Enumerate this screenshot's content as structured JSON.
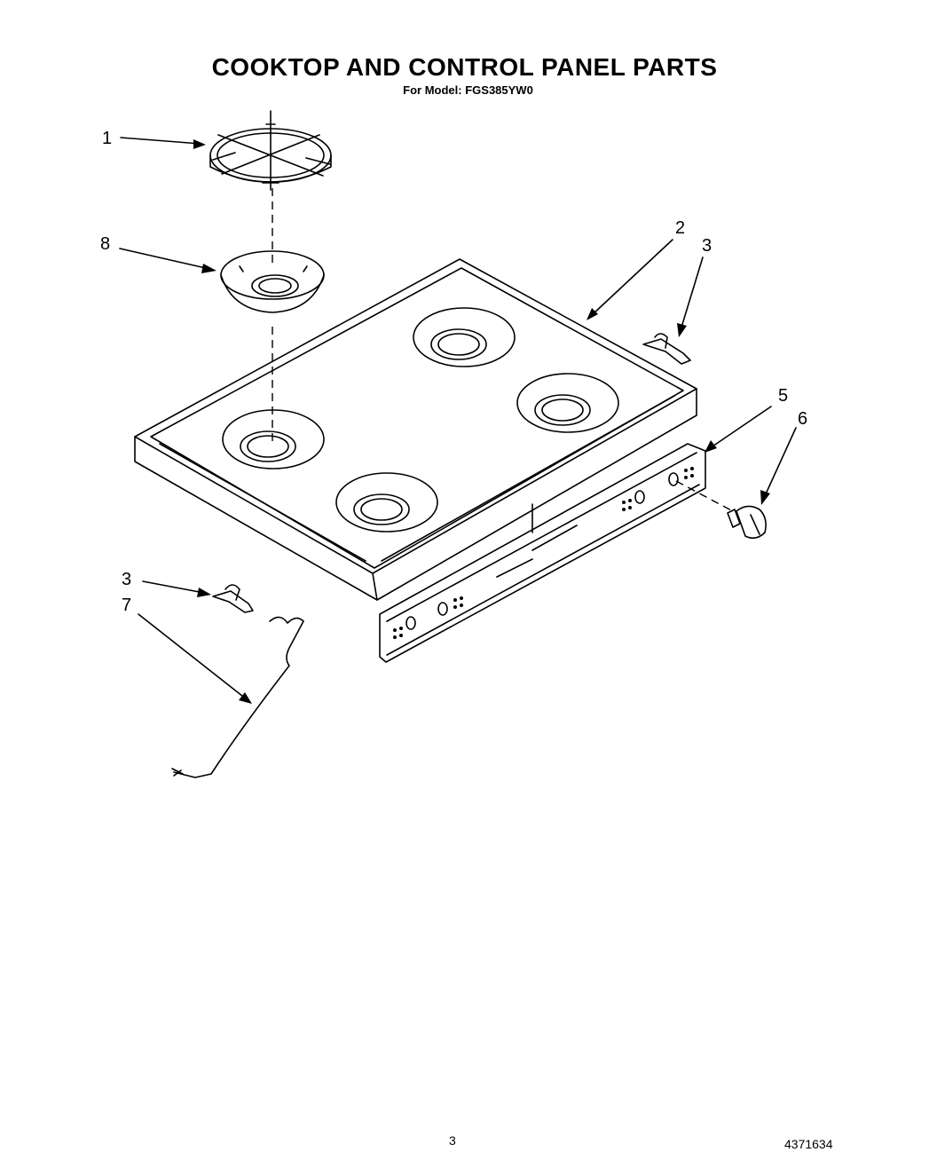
{
  "title": "COOKTOP AND CONTROL PANEL PARTS",
  "subtitle": "For Model: FGS385YW0",
  "callouts": [
    {
      "label": "1",
      "part": "burner-grate"
    },
    {
      "label": "8",
      "part": "burner-bowl"
    },
    {
      "label": "2",
      "part": "cooktop"
    },
    {
      "label": "3",
      "part": "clip-right"
    },
    {
      "label": "5",
      "part": "control-panel"
    },
    {
      "label": "6",
      "part": "control-knob"
    },
    {
      "label": "3",
      "part": "clip-left"
    },
    {
      "label": "7",
      "part": "wire-harness"
    }
  ],
  "footer": {
    "page_number": "3",
    "doc_number": "4371634"
  }
}
